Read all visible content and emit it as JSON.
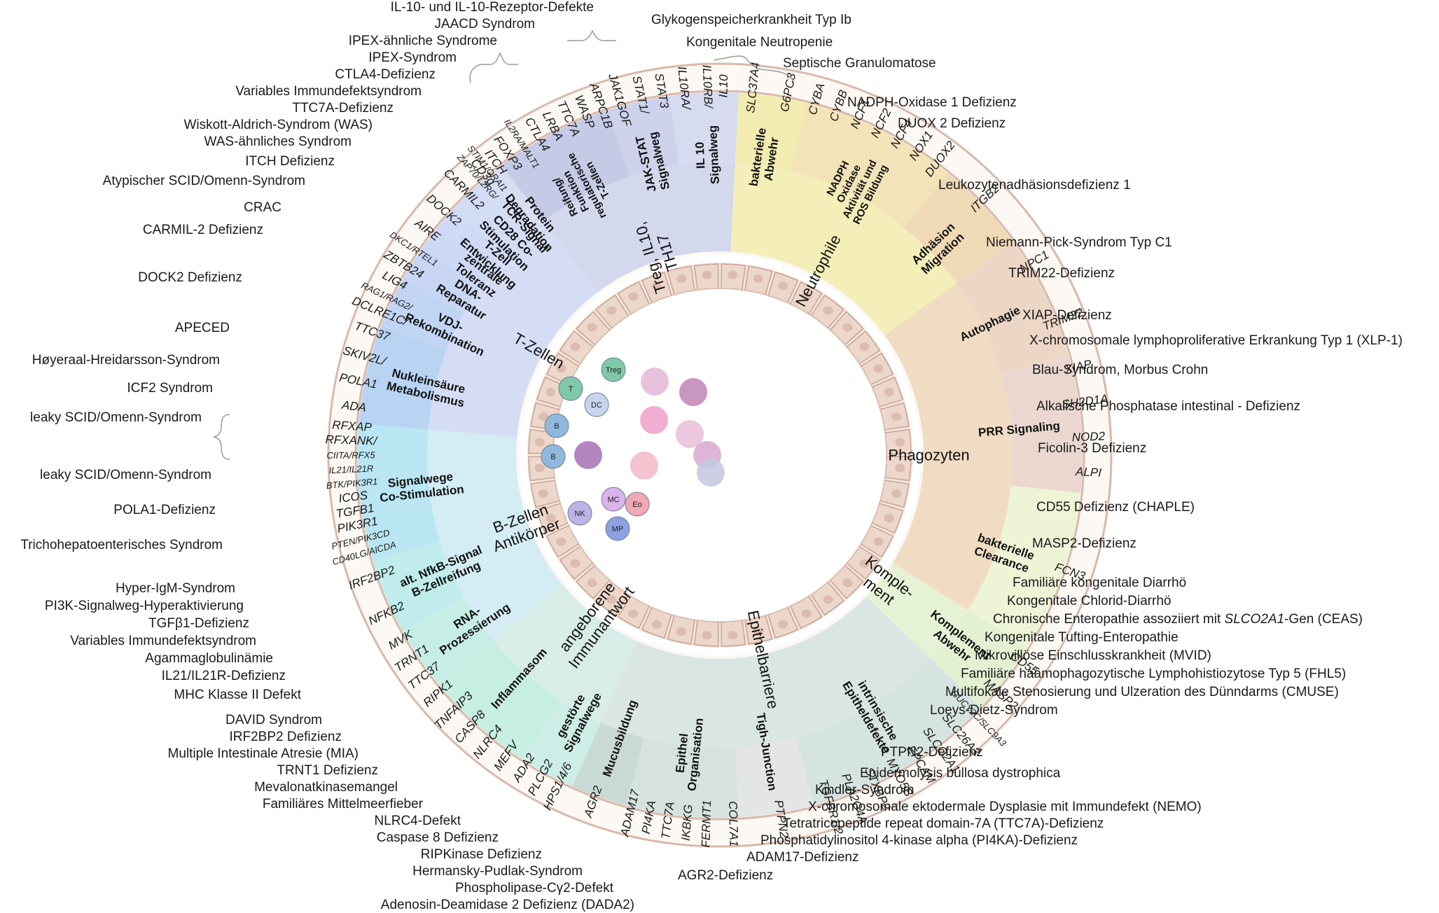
{
  "sectors": [
    {
      "key": "treg",
      "center_label": [
        "Treg, IL10,",
        "TH17"
      ],
      "color": "#d3d8ec",
      "inner_color": "#cfd5ee",
      "groups": [
        {
          "label": [
            "Reifung/",
            "Funktion",
            "regulatorische",
            "T-Zellen"
          ],
          "genes": [
            "FOXP3",
            "IL2RA/MALT1",
            "CTLA4",
            "LRBA",
            "TTC7A",
            "WASP",
            "ARPC1B"
          ],
          "color": "#c5cbe6"
        },
        {
          "label": [
            "JAK-STAT",
            "Signalweg"
          ],
          "genes": [
            "JAK1GOF",
            "STAT1/",
            "STAT3"
          ],
          "color": "#cdd2ea"
        },
        {
          "label": [
            "IL 10",
            "Signalweg"
          ],
          "genes": [
            "IL10RA/",
            "IL10RB/",
            "IL10"
          ],
          "color": "#d6dbef"
        }
      ]
    },
    {
      "key": "neutro",
      "center_label": [
        "Neutrophile"
      ],
      "color": "#f4eeb8",
      "groups": [
        {
          "label": [
            "bakterielle",
            "Abwehr"
          ],
          "genes": [
            "SLC37A4",
            "G6PC3"
          ],
          "color": "#f3ecb0"
        },
        {
          "label": [
            "NADPH",
            "Oxidase",
            "Aktivität und",
            "ROS Bildung"
          ],
          "genes": [
            "CYBA",
            "CYBB",
            "NCF1",
            "NCF2",
            "NCF4",
            "NOX1",
            "DUOX2"
          ],
          "color": "#f2e4b8"
        },
        {
          "label": [
            "Adhäsion",
            "Migration"
          ],
          "genes": [
            "ITGB2"
          ],
          "color": "#efd9b6"
        }
      ]
    },
    {
      "key": "phago",
      "center_label": [
        "Phagozyten"
      ],
      "color": "#f0dcc2",
      "groups": [
        {
          "label": [
            "Autophagie"
          ],
          "genes": [
            "NPC1",
            "TRIM22"
          ],
          "color": "#ecd6c6"
        },
        {
          "label": [
            "PRR Signaling"
          ],
          "genes": [
            "XIAP",
            "SH2D1A",
            "NOD2",
            "ALPI"
          ],
          "color": "#ead8d0"
        },
        {
          "label": [
            "bakterielle",
            "Clearance"
          ],
          "genes": [
            "FCN3"
          ],
          "color": "#eef4d6"
        }
      ]
    },
    {
      "key": "kompl",
      "center_label": [
        "Komple-",
        "ment"
      ],
      "color": "#e6f2d6",
      "groups": [
        {
          "label": [
            "Komplement",
            "Abwehr"
          ],
          "genes": [
            "CD55",
            "MASP2"
          ],
          "color": "#e3f0d2"
        }
      ]
    },
    {
      "key": "epi",
      "center_label": [
        "Epithelbarriere"
      ],
      "color": "#dae6e4",
      "groups": [
        {
          "label": [
            "intrinsische",
            "Epitheldefekte"
          ],
          "genes": [
            "GUCY2C/SLC9A3",
            "SLC26A3",
            "SLCO2A1",
            "EPCAM",
            "MYO5B",
            "STXBP2",
            "PLA2G4A",
            "TGFBR1/2"
          ],
          "color": "#d5e4e0"
        },
        {
          "label": [
            "Tigh-Junction"
          ],
          "genes": [
            "PTPN2"
          ],
          "color": "#e4e6e6"
        },
        {
          "label": [
            "Epithel",
            "Organisation"
          ],
          "genes": [
            "COL7A1",
            "FERMT1",
            "IKBKG",
            "TTC7A",
            "PI4KA",
            "ADAM17"
          ],
          "color": "#d6e2de"
        },
        {
          "label": [
            "Mucusbildung"
          ],
          "genes": [
            "AGR2"
          ],
          "color": "#c9d9d3"
        }
      ]
    },
    {
      "key": "innate",
      "center_label": [
        "angeborene",
        "Immunantwort"
      ],
      "color": "#d8ece8",
      "groups": [
        {
          "label": [
            "gestörte",
            "Signalwege"
          ],
          "genes": [
            "HPS1/4/6",
            "PLCG2",
            "ADA2"
          ],
          "color": "#cdeee6"
        },
        {
          "label": [
            "Inflammasom"
          ],
          "genes": [
            "MEFV",
            "NLRC4",
            "CASP8",
            "TNFAIP3",
            "RIPK1"
          ],
          "color": "#c6eee2"
        }
      ]
    },
    {
      "key": "bcell",
      "center_label": [
        "B-Zellen",
        "Antikörper"
      ],
      "color": "#d4ecf4",
      "groups": [
        {
          "label": [
            "RNA-",
            "Prozessierung"
          ],
          "genes": [
            "TTC37",
            "TRNT1",
            "MVK"
          ],
          "color": "#c6eee6"
        },
        {
          "label": [
            "alt. NfkB-Signal",
            "B-Zellreifung"
          ],
          "genes": [
            "NFKB2",
            "IRF2BP2"
          ],
          "color": "#c0ecec"
        },
        {
          "label": [
            "Signalwege",
            "Co-Stimulation"
          ],
          "genes": [
            "CD40LG/AICDA",
            "PTEN/PIK3CD",
            "PIK3R1",
            "TGFB1",
            "ICOS",
            "BTK/PIK3R1",
            "IL21/IL21R",
            "CIITA/RFX5",
            "RFXANK/",
            "RFXAP"
          ],
          "color": "#b9e6f2"
        }
      ]
    },
    {
      "key": "tcell",
      "center_label": [
        "T-Zellen"
      ],
      "color": "#d5ddf4",
      "groups": [
        {
          "label": [
            "Nukleinsäure",
            "Metabolismus"
          ],
          "genes": [
            "ADA",
            "POLA1",
            "SKIV2L/",
            "TTC37"
          ],
          "color": "#b8d4f2"
        },
        {
          "label": [
            "VDJ-",
            "Rekombination"
          ],
          "genes": [
            "DCLRE1C/",
            "RAG1/RAG2/",
            "LIG4"
          ],
          "color": "#c2d4f4"
        },
        {
          "label": [
            "DNA-",
            "Reparatur"
          ],
          "genes": [
            "ZBTB24",
            "DKC1/RTEL1"
          ],
          "color": "#c8d6f4"
        },
        {
          "label": [
            "zentrale",
            "Toleranz"
          ],
          "genes": [
            "AIRE"
          ],
          "color": "#ccd8f4"
        },
        {
          "label": [
            "T-Zell",
            "Entwicklung"
          ],
          "genes": [
            "DOCK2"
          ],
          "color": "#d0daf4"
        },
        {
          "label": [
            "CD28 Co-",
            "Stimulation"
          ],
          "genes": [
            "CARMIL2"
          ],
          "color": "#d2dcf4"
        },
        {
          "label": [
            "TCR-Signal"
          ],
          "genes": [
            "ZAP70/L2RG/",
            "CD3g",
            "STIM1/ORAI1"
          ],
          "color": "#d4ddf2"
        },
        {
          "label": [
            "Protein",
            "Degradation"
          ],
          "genes": [
            "ITCH"
          ],
          "color": "#d6def0"
        }
      ]
    }
  ],
  "cells": [
    "T",
    "Treg",
    "DC",
    "B",
    "B",
    "NK",
    "MC",
    "Eo",
    "MP"
  ],
  "outer_labels_left": [
    "IL-10- und IL-10-Rezeptor-Defekte",
    "JAACD Syndrom",
    "IPEX-ähnliche Syndrome",
    "IPEX-Syndrom",
    "CTLA4-Defizienz",
    "Variables Immundefektsyndrom",
    "TTC7A-Defizienz",
    "Wiskott-Aldrich-Syndrom (WAS)",
    "WAS-ähnliches Syndrom",
    "ITCH Defizienz",
    "Atypischer SCID/Omenn-Syndrom",
    "CRAC",
    "CARMIL-2 Defizienz",
    "DOCK2 Defizienz",
    "APECED",
    "Høyeraal-Hreidarsson-Syndrom",
    "ICF2 Syndrom",
    "leaky SCID/Omenn-Syndrom",
    "leaky SCID/Omenn-Syndrom",
    "POLA1-Defizienz",
    "Trichohepatoenterisches Syndrom",
    "Hyper-IgM-Syndrom",
    "PI3K-Signalweg-Hyperaktivierung",
    "TGFβ1-Defizienz",
    "Variables Immundefektsyndrom",
    "Agammaglobulinämie",
    "IL21/IL21R-Defizienz",
    "MHC Klasse II Defekt",
    "DAVID Syndrom",
    "IRF2BP2 Defizienz",
    "Multiple Intestinale Atresie (MIA)",
    "TRNT1 Defizienz",
    "Mevalonatkinasemangel",
    "Familiäres Mittelmeerfieber",
    "NLRC4-Defekt",
    "Caspase 8 Defizienz",
    "RIPKinase Defizienz",
    "Hermansky-Pudlak-Syndrom",
    "Phospholipase-Cγ2-Defekt",
    "Adenosin-Deamidase 2 Defizienz (DADA2)"
  ],
  "outer_labels_right": [
    "Glykogenspeicherkrankheit Typ Ib",
    "Kongenitale Neutropenie",
    "Septische Granulomatose",
    "NADPH-Oxidase 1 Defizienz",
    "DUOX 2 Defizienz",
    "Leukozytenadhäsionsdefizienz 1",
    "Niemann-Pick-Syndrom Typ C1",
    "TRIM22-Defizienz",
    "XIAP-Defizienz",
    "X-chromosomale lymphoproliferative Erkrankung Typ 1 (XLP-1)",
    "Blau-Syndrom, Morbus Crohn",
    "Alkalische Phosphatase intestinal - Defizienz",
    "Ficolin-3 Defizienz",
    "CD55 Defizienz (CHAPLE)",
    "MASP2-Defizienz",
    "Familiäre kongenitale Diarrhö",
    "Kongenitale Chlorid-Diarrhö",
    "Chronische Enteropathie assoziiert mit |SLCO2A1|-Gen (CEAS)",
    "Kongenitale Tufting-Enteropathie",
    "Mikrovillöse Einschlusskrankheit (MVID)",
    "Familiäre haämophagozytische Lymphohistiozytose Typ 5 (FHL5)",
    "Multifokale Stenosierung und Ulzeration des Dünndarms (CMUSE)",
    "Loeys-Dietz-Syndrom",
    "PTPN2-Defizienz",
    "Epidermolysis bullosa dystrophica",
    "Kindler-Syndrom",
    "X-chromosomale ektodermale Dysplasie mit Immundefekt (NEMO)",
    "Tetratricopeptide repeat domain-7A (TTC7A)-Defizienz",
    "Phosphatidylinositol 4-kinase alpha (PI4KA)-Defizienz",
    "ADAM17-Defizienz",
    "AGR2-Defizienz"
  ]
}
